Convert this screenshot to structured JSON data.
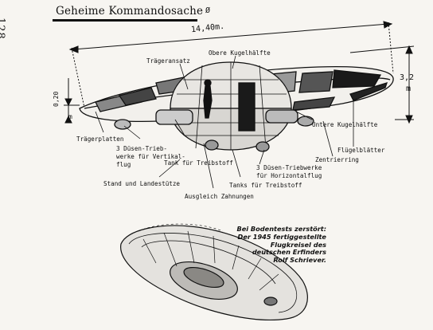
{
  "page_number": "128",
  "stamp_title": "Geheime Kommandosache",
  "dimensions": {
    "diameter_symbol": "Ø",
    "diameter_value": "14,40m.",
    "height_value": "3,2",
    "height_unit": "m",
    "thickness_value": "0,20",
    "thickness_unit": "m"
  },
  "labels": {
    "traegeransatz": "Trägeransatz",
    "obere_kugelhaelfte": "Obere Kugelhälfte",
    "untere_kugelhaelfte": "Untere Kugelhälfte",
    "traegerplatten": "Trägerplatten",
    "duesen_vertikal_1": "3 Düsen-Trieb-",
    "duesen_vertikal_2": "werke für Vertikal-",
    "duesen_vertikal_3": "flug",
    "tank_treibstoff": "Tank für Treibstoff",
    "stand_landestuetze": "Stand und Landestütze",
    "ausgleich_zahnungen": "Ausgleich Zahnungen",
    "tanks_treibstoff": "Tanks für Treibstoff",
    "duesen_horizontal_1": "3 Düsen-Triebwerke",
    "duesen_horizontal_2": "für Horizontalflug",
    "zentrierring": "Zentrierring",
    "fluegelblaetter": "Flügelblätter"
  },
  "caption": {
    "line1": "Bei Bodentests zerstört:",
    "line2": "Der 1945 fertiggestellte",
    "line3": "Flugkreisel des",
    "line4": "deutschen Erfinders",
    "line5": "Rolf Schriever."
  },
  "colors": {
    "ink": "#111111",
    "paper": "#f7f5f1"
  }
}
